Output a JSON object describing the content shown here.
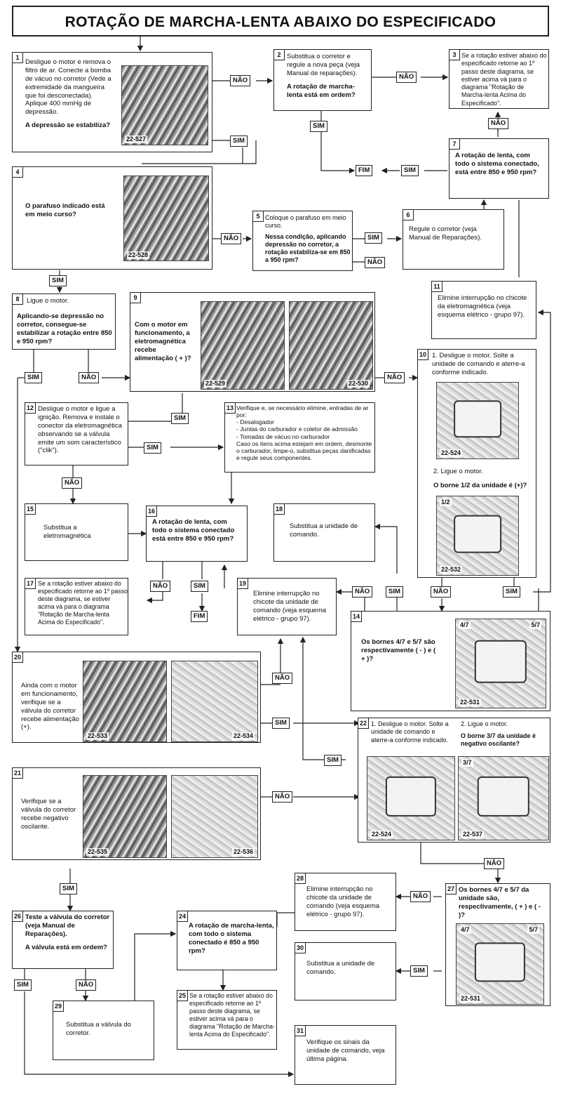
{
  "title": "ROTAÇÃO DE MARCHA-LENTA ABAIXO DO ESPECIFICADO",
  "labels": {
    "sim": "SIM",
    "nao": "NÃO",
    "fim": "FIM"
  },
  "boxes": {
    "b1": {
      "num": "1",
      "text": "Desligue o motor e remova o filtro de ar. Conecte a bomba de vácuo no corretor (Vede a extremidade da mangueira que foi desconectada). Aplique 400 mmHg de depressão.",
      "question": "A depressão se estabiliza?",
      "photo": "22-527"
    },
    "b2": {
      "num": "2",
      "text": "Substitua o corretor e regule a nova peça (veja Manual de reparações).",
      "question": "A rotação de marcha-lenta está em ordem?"
    },
    "b3": {
      "num": "3",
      "text": "Se a rotação estiver abaixo do especificado retorne ao 1º passo deste diagrama, se estiver acima vá para o diagrama \"Rotação de Marcha-lenta Acima do Especificado\"."
    },
    "b4": {
      "num": "4",
      "question": "O parafuso indicado está em meio curso?",
      "photo": "22-528"
    },
    "b5": {
      "num": "5",
      "text": "Coloque o parafuso em meio curso.",
      "question": "Nessa condição, aplicando depressão no corretor, a rotação estabiliza-se em 850 a 950 rpm?"
    },
    "b6": {
      "num": "6",
      "text": "Regule o corretor (veja Manual de Reparações)."
    },
    "b7": {
      "num": "7",
      "question": "A rotação de lenta, com todo o sistema conectado, está entre 850 e 950 rpm?"
    },
    "b8": {
      "num": "8",
      "text": "Ligue o motor.",
      "question": "Aplicando-se depressão no corretor, consegue-se estabilizar a rotação entre 850 e 950 rpm?"
    },
    "b9": {
      "num": "9",
      "question": "Com o motor em funcionamento, a eletromagnética recebe alimentação ( + )?",
      "photo1": "22-529",
      "photo2": "22-530"
    },
    "b10": {
      "num": "10",
      "text": "1. Desligue o motor. Solte a unidade de comando e aterre-a conforme indicado.",
      "photo1": "22-524",
      "step2": "2. Ligue o motor.",
      "question": "O borne 1/2 da unidade é (+)?",
      "photo2": "22-532",
      "photo2_label": "1/2"
    },
    "b11": {
      "num": "11",
      "text": "Elimine interrupção no chicote da eletromagnética (veja esquema elétrico - grupo 97)."
    },
    "b12": {
      "num": "12",
      "text": "Desligue o motor e ligue a ignição. Remova e instale o conector da eletromagnética observando se a válvula emite um som característico (\"clik\")."
    },
    "b13": {
      "num": "13",
      "text": "Verifique e, se necessário elimine, entradas de ar por:\n- Desalogador\n- Juntas do carburador e coletor de admissão\n- Tomadas de vácuo no carburador\nCaso os itens acima estejam em ordem, desmonte o carburador, limpe-o, substitua peças danificadas e regule seus componentes."
    },
    "b14": {
      "num": "14",
      "question": "Os bornes 4/7 e 5/7 são respectivamente ( - ) e ( + )?",
      "photo": "22-531",
      "photo_label": "4/7",
      "photo_label2": "5/7"
    },
    "b15": {
      "num": "15",
      "text": "Substitua a eletromagnética"
    },
    "b16": {
      "num": "16",
      "question": "A rotação de lenta, com todo o sistema conectado está entre 850 e 950 rpm?"
    },
    "b17": {
      "num": "17",
      "text": "Se a rotação estiver abaixo do especificado retorne ao 1º passo deste diagrama, se estiver acima vá para o diagrama \"Rotação de Marcha-lenta Acima do Especificado\"."
    },
    "b18": {
      "num": "18",
      "text": "Substitua a unidade de comando."
    },
    "b19": {
      "num": "19",
      "text": "Elimine interrupção no chicote da unidade de comando (veja esquema elétrico - grupo 97)."
    },
    "b20": {
      "num": "20",
      "text": "Ainda com o motor em funcionamento, verifique se a válvula do corretor recebe alimentação (+).",
      "photo1": "22-533",
      "photo2": "22-534"
    },
    "b21": {
      "num": "21",
      "text": "Verifique se a válvula do corretor recebe negativo oscilante.",
      "photo1": "22-535",
      "photo2": "22-536"
    },
    "b22": {
      "num": "22",
      "text": "1. Desligue o motor. Solte a unidade de comando e aterre-a conforme indicado.",
      "step2": "2. Ligue o motor.",
      "question": "O borne 3/7 da unidade é negativo oscilante?",
      "photo1": "22-524",
      "photo2": "22-537",
      "photo2_label": "3/7"
    },
    "b24": {
      "num": "24",
      "question": "A rotação de marcha-lenta, com todo o sistema conectado é 850 a 950 rpm?"
    },
    "b25": {
      "num": "25",
      "text": "Se a rotação estiver abaixo do especificado retorne ao 1º passo deste diagrama, se estiver acima vá para o diagrama \"Rotação de Marcha-lenta Acima do Especificado\"."
    },
    "b26": {
      "num": "26",
      "text": "Teste a válvula do corretor (veja Manual de Reparações).",
      "question": "A válvula está em ordem?"
    },
    "b27": {
      "num": "27",
      "question": "Os bornes 4/7 e 5/7 da unidade são, respectivamente, ( + ) e ( - )?",
      "photo": "22-531",
      "photo_label": "4/7",
      "photo_label2": "5/7"
    },
    "b28": {
      "num": "28",
      "text": "Elimine interrupção no chicote da unidade de comando (veja esquema elétrico - grupo 97)."
    },
    "b29": {
      "num": "29",
      "text": "Substitua a válvula do corretor."
    },
    "b30": {
      "num": "30",
      "text": "Substitua a unidade de comando."
    },
    "b31": {
      "num": "31",
      "text": "Verifique os sinais da unidade de comando, veja última página."
    }
  }
}
